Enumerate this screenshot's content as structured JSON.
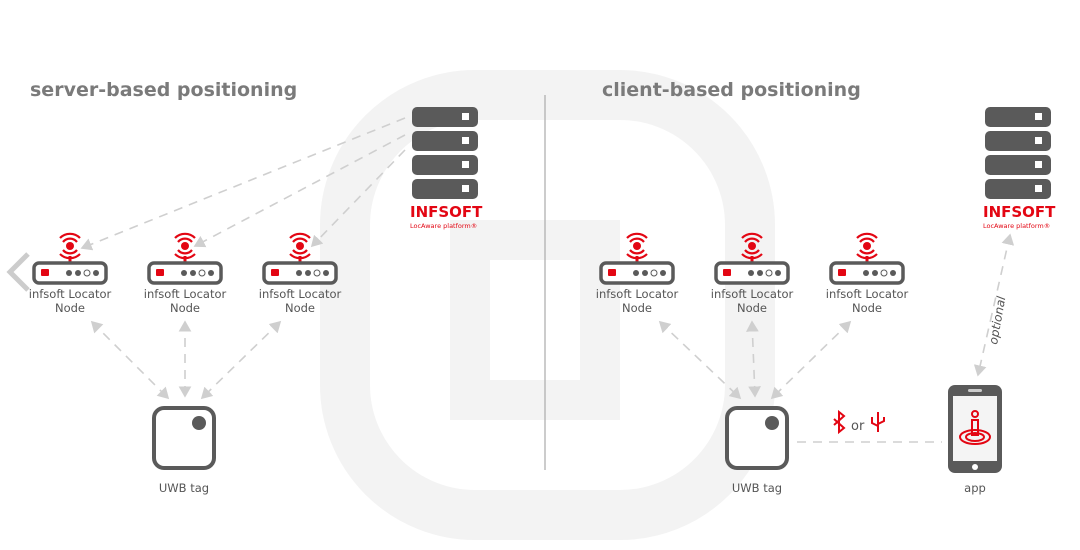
{
  "left_section": {
    "title": "server-based positioning",
    "nodes": [
      {
        "label_line1": "infsoft Locator",
        "label_line2": "Node"
      },
      {
        "label_line1": "infsoft Locator",
        "label_line2": "Node"
      },
      {
        "label_line1": "infsoft Locator",
        "label_line2": "Node"
      }
    ],
    "tag_label": "UWB tag",
    "server_logo": {
      "brand": "INFSOFT",
      "sub": "LocAware platform®"
    }
  },
  "right_section": {
    "title": "client-based positioning",
    "nodes": [
      {
        "label_line1": "infsoft Locator",
        "label_line2": "Node"
      },
      {
        "label_line1": "infsoft Locator",
        "label_line2": "Node"
      },
      {
        "label_line1": "infsoft Locator",
        "label_line2": "Node"
      }
    ],
    "tag_label": "UWB tag",
    "app_label": "app",
    "connection_label": "or",
    "optional_label": "optional",
    "server_logo": {
      "brand": "INFSOFT",
      "sub": "LocAware platform®"
    }
  },
  "colors": {
    "accent": "#e30613",
    "device": "#5a5a5a",
    "arrow": "#cfcfcf",
    "title": "#7a7a7a"
  },
  "icons": [
    "back-chevron-icon",
    "server-icon",
    "uwb-antenna-icon",
    "bluetooth-icon",
    "usb-icon",
    "smartphone-icon",
    "location-pin-icon"
  ]
}
